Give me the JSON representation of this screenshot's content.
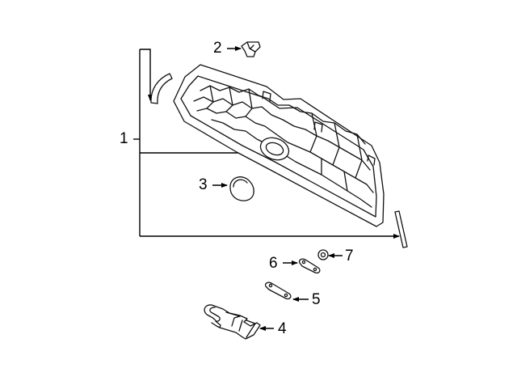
{
  "diagram": {
    "callouts": [
      {
        "id": "1",
        "label": "1"
      },
      {
        "id": "2",
        "label": "2"
      },
      {
        "id": "3",
        "label": "3"
      },
      {
        "id": "4",
        "label": "4"
      },
      {
        "id": "5",
        "label": "5"
      },
      {
        "id": "6",
        "label": "6"
      },
      {
        "id": "7",
        "label": "7"
      }
    ]
  },
  "colors": {
    "line": "#111111",
    "background": "#ffffff"
  }
}
